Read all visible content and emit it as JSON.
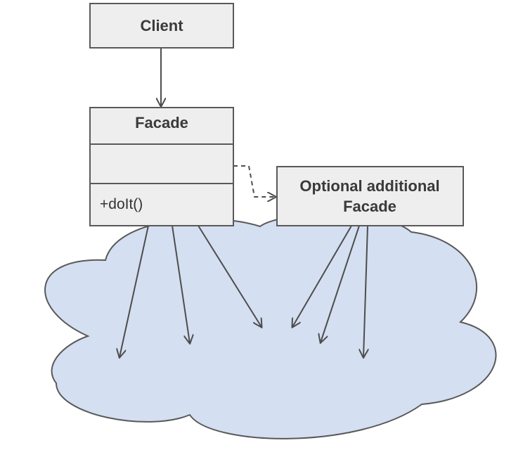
{
  "diagram": {
    "client": {
      "title": "Client"
    },
    "facade": {
      "title": "Facade",
      "attributes": "",
      "operation": "+doIt()"
    },
    "optional_facade": {
      "title_line1": "Optional additional",
      "title_line2": "Facade"
    },
    "subsystem_cloud": {
      "label": ""
    }
  },
  "colors": {
    "box_fill": "#eeeeee",
    "box_stroke": "#595959",
    "cloud_fill": "#d4dff1",
    "cloud_stroke": "#595959",
    "arrow": "#4d4d4d"
  }
}
